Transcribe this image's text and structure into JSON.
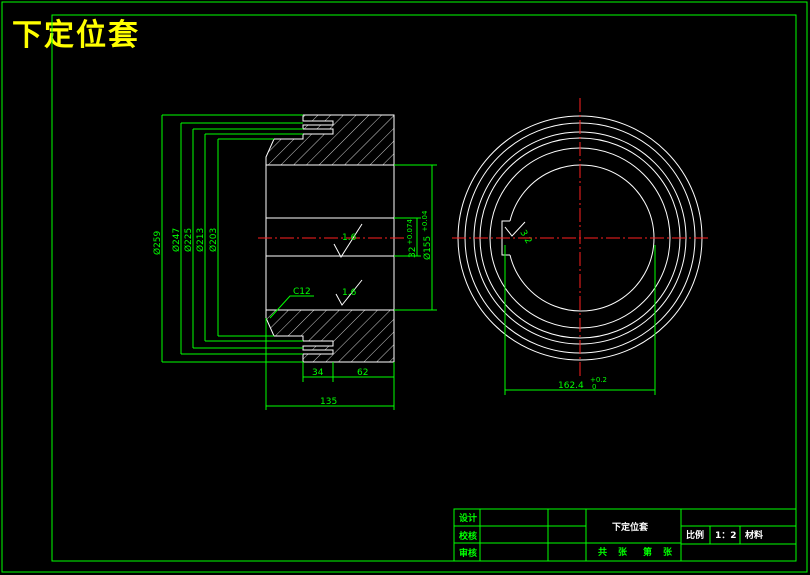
{
  "title": "下定位套",
  "colors": {
    "background": "#000000",
    "frame": "#00ff00",
    "geometry": "#ffffff",
    "centerline": "#ff2020",
    "title": "#ffff00"
  },
  "dimensions": {
    "d259": "Ø259",
    "d247": "Ø247",
    "d225": "Ø225",
    "d213": "Ø213",
    "d203": "Ø203",
    "d155": "Ø155",
    "d155_tol": "+0.04",
    "slot": "32",
    "slot_tol": "+0.074",
    "chamfer": "C12",
    "rough1": "1.6",
    "rough2": "1.6",
    "rough3": "3.2",
    "len34": "34",
    "len62": "62",
    "len135": "135",
    "bore": "162.4",
    "bore_tol_up": "+0.2",
    "bore_tol_low": "0"
  },
  "title_block": {
    "design": "设计",
    "check": "校核",
    "approve": "审核",
    "part_name": "下定位套",
    "scale_label": "比例",
    "scale_value": "1：2",
    "material": "材料",
    "total": "共",
    "sheets1": "张",
    "page": "第",
    "sheets2": "张"
  }
}
